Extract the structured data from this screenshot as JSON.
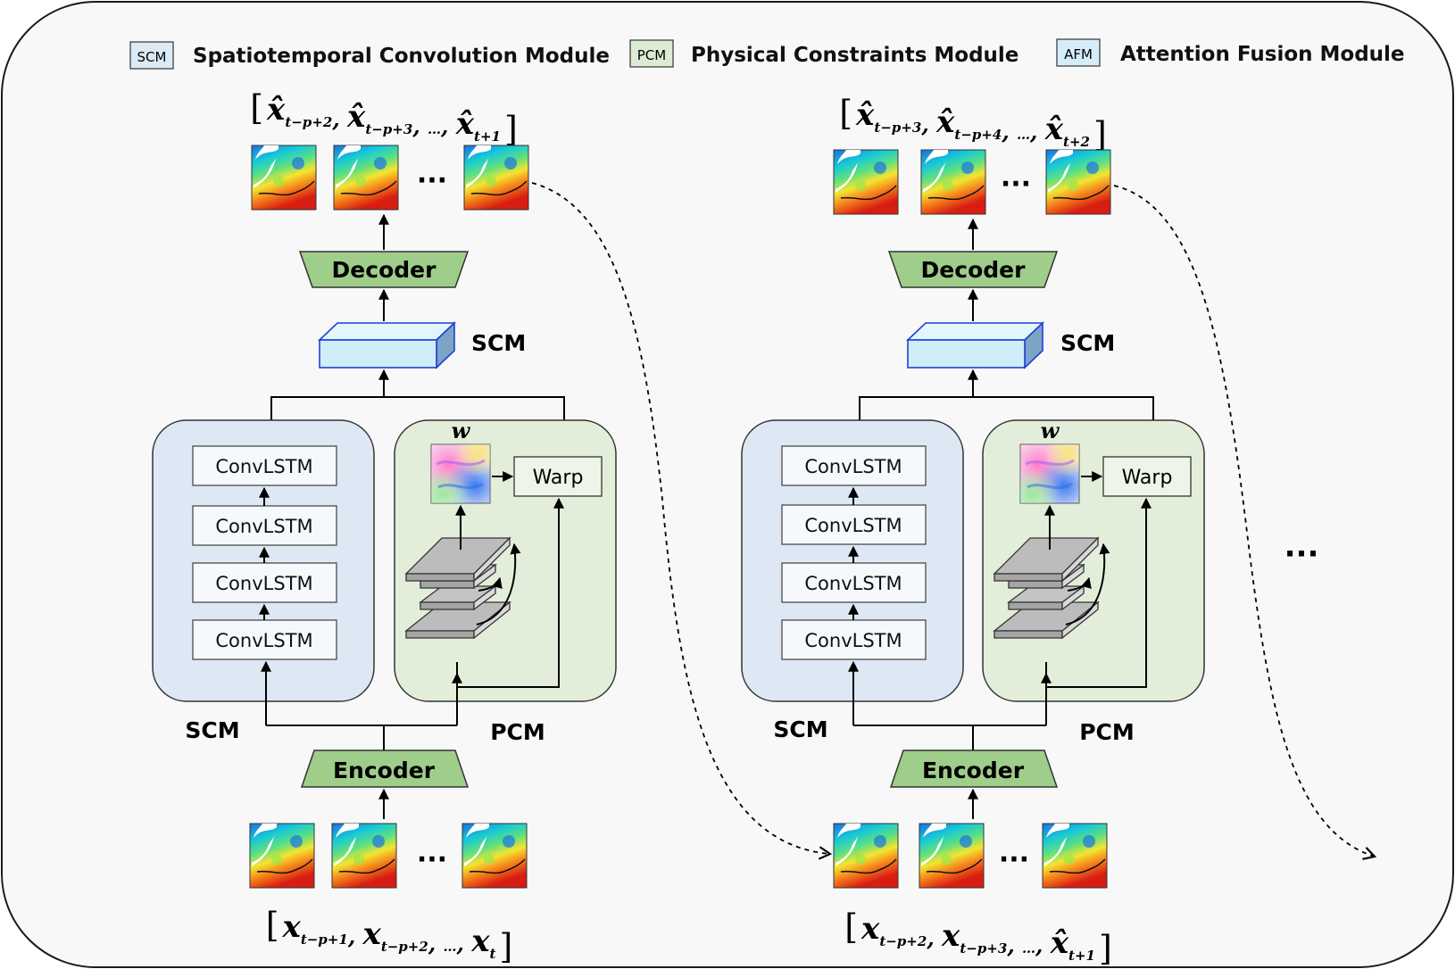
{
  "legend": [
    {
      "tag": "SCM",
      "label": "Spatiotemporal Convolution Module",
      "color": "#dceaf6"
    },
    {
      "tag": "PCM",
      "label": "Physical Constraints Module",
      "color": "#dcecd4"
    },
    {
      "tag": "AFM",
      "label": "Attention Fusion Module",
      "color": "#d6ecf9"
    }
  ],
  "panels": [
    {
      "output_seq": {
        "open": "[",
        "close": "]",
        "sep": ", ",
        "items": [
          {
            "base": "x",
            "hat": true,
            "sub": "t−p+2"
          },
          {
            "base": "x",
            "hat": true,
            "sub": "t−p+3"
          },
          {
            "base": "",
            "hat": false,
            "sub": "…"
          },
          {
            "base": "x",
            "hat": true,
            "sub": "t+1"
          }
        ]
      },
      "input_seq": {
        "open": "[",
        "close": "]",
        "sep": ", ",
        "items": [
          {
            "base": "x",
            "hat": false,
            "sub": "t−p+1"
          },
          {
            "base": "x",
            "hat": false,
            "sub": "t−p+2"
          },
          {
            "base": "",
            "hat": false,
            "sub": "…"
          },
          {
            "base": "x",
            "hat": false,
            "sub": "t"
          }
        ]
      },
      "decoder": "Decoder",
      "encoder": "Encoder",
      "scm_top": "SCM",
      "scm_label": "SCM",
      "pcm_label": "PCM",
      "convlstm": [
        "ConvLSTM",
        "ConvLSTM",
        "ConvLSTM",
        "ConvLSTM"
      ],
      "warp": "Warp",
      "w": "w",
      "ellipsis": "···"
    },
    {
      "output_seq": {
        "open": "[",
        "close": "]",
        "sep": ", ",
        "items": [
          {
            "base": "x",
            "hat": true,
            "sub": "t−p+3"
          },
          {
            "base": "x",
            "hat": true,
            "sub": "t−p+4"
          },
          {
            "base": "",
            "hat": false,
            "sub": "…"
          },
          {
            "base": "x",
            "hat": true,
            "sub": "t+2"
          }
        ]
      },
      "input_seq": {
        "open": "[",
        "close": "]",
        "sep": ", ",
        "items": [
          {
            "base": "x",
            "hat": false,
            "sub": "t−p+2"
          },
          {
            "base": "x",
            "hat": false,
            "sub": "t−p+3"
          },
          {
            "base": "",
            "hat": false,
            "sub": "…"
          },
          {
            "base": "x",
            "hat": true,
            "sub": "t+1"
          }
        ]
      },
      "decoder": "Decoder",
      "encoder": "Encoder",
      "scm_top": "SCM",
      "scm_label": "SCM",
      "pcm_label": "PCM",
      "convlstm": [
        "ConvLSTM",
        "ConvLSTM",
        "ConvLSTM",
        "ConvLSTM"
      ],
      "warp": "Warp",
      "w": "w",
      "ellipsis": "···"
    }
  ],
  "right_ellipsis": "···",
  "colors": {
    "scm_bg": "#dde8f4",
    "pcm_bg": "#e2eed9",
    "coder_fill": "#9fcd8a",
    "scm_box_front": "#cfeefa",
    "scm_box_stroke": "#1f3fd8",
    "frame_bg": "#f8f8f8"
  }
}
